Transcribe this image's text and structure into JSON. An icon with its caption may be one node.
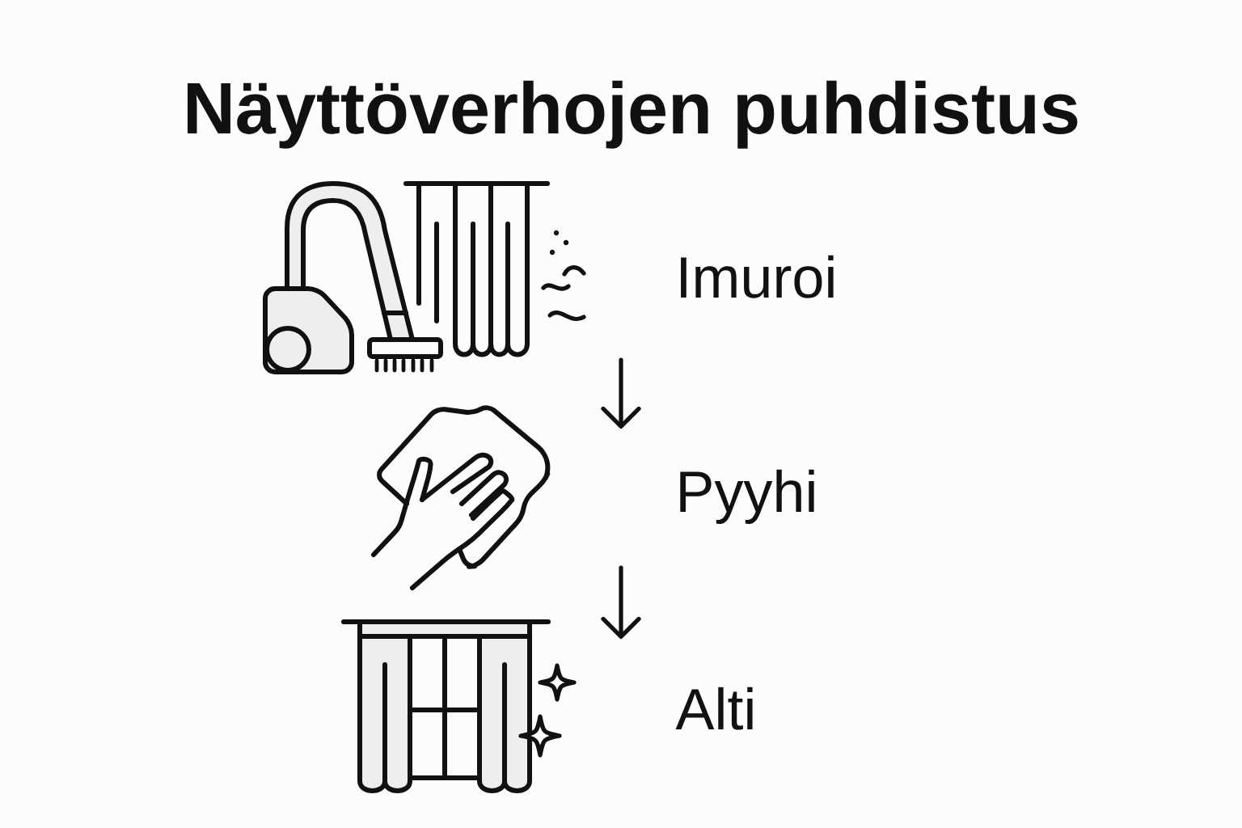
{
  "diagram": {
    "title": "Näyttöverhojen puhdistus",
    "nodes": [
      {
        "text": [
          "Imuroi"
        ]
      },
      {
        "text": [
          "Pyyhi"
        ]
      },
      {
        "text": [
          "Alti"
        ]
      }
    ],
    "edges": [
      {
        "from": 0,
        "to": 1,
        "arrow": "to"
      },
      {
        "from": 1,
        "to": 2,
        "arrow": "to"
      }
    ]
  }
}
